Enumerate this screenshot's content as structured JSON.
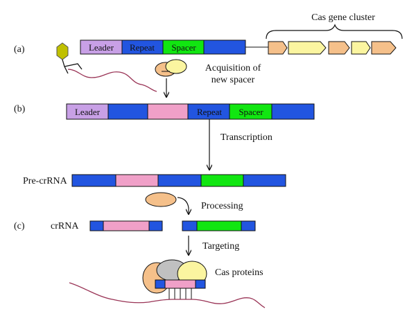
{
  "panels": {
    "a": "(a)",
    "b": "(b)",
    "c": "(c)"
  },
  "labels": {
    "cas_gene_cluster": "Cas gene cluster",
    "leader": "Leader",
    "repeat": "Repeat",
    "spacer": "Spacer",
    "acquisition_line1": "Acquisition of",
    "acquisition_line2": "new spacer",
    "transcription": "Transcription",
    "pre_crrna": "Pre-crRNA",
    "processing": "Processing",
    "crrna": "crRNA",
    "targeting": "Targeting",
    "cas_proteins": "Cas proteins"
  },
  "colors": {
    "leader": "#c8a0e6",
    "repeat": "#2255e0",
    "spacer": "#11e611",
    "new_spacer": "#f0a0c8",
    "cas_protein_orange": "#f5c08a",
    "cas_protein_yellow": "#fbf5a0",
    "cas_protein_gray": "#c0c0c0",
    "phage": "#c0c000",
    "rna_strand": "#993355"
  }
}
